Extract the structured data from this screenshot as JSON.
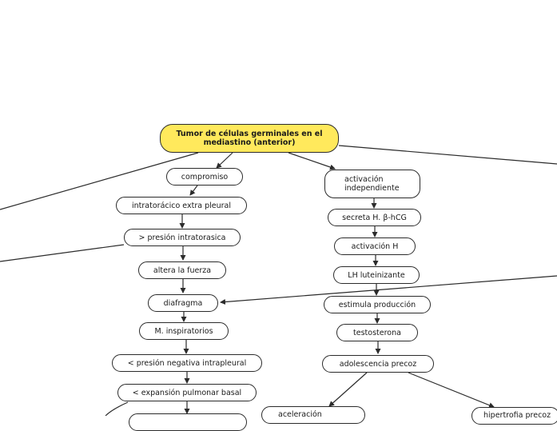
{
  "colors": {
    "root_fill": "#ffe95c",
    "stroke": "#2b2b2b",
    "background": "#ffffff"
  },
  "nodes": {
    "root": "Tumor de células germinales en el mediastino (anterior)",
    "compromiso": "compromiso",
    "intratoracico": "intratorácico extra pleural",
    "presion_intratorasica": "> presión intratorasica",
    "altera_fuerza": "altera la fuerza",
    "diafragma": "diafragma",
    "m_inspiratorios": "M. inspiratorios",
    "presion_negativa": "< presión negativa intrapleural",
    "expansion_pulmonar": "< expansión pulmonar basal",
    "activacion_independiente": "activación independiente",
    "secreta_hcg": "secreta H. β-hCG",
    "activacion_h": "activación H",
    "lh_luteinizante": "LH luteinizante",
    "estimula_produccion": "estimula producción",
    "testosterona": "testosterona",
    "adolescencia_precoz": "adolescencia precoz",
    "aceleracion": "aceleración",
    "hipertrofia": "hipertrofia precoz"
  }
}
